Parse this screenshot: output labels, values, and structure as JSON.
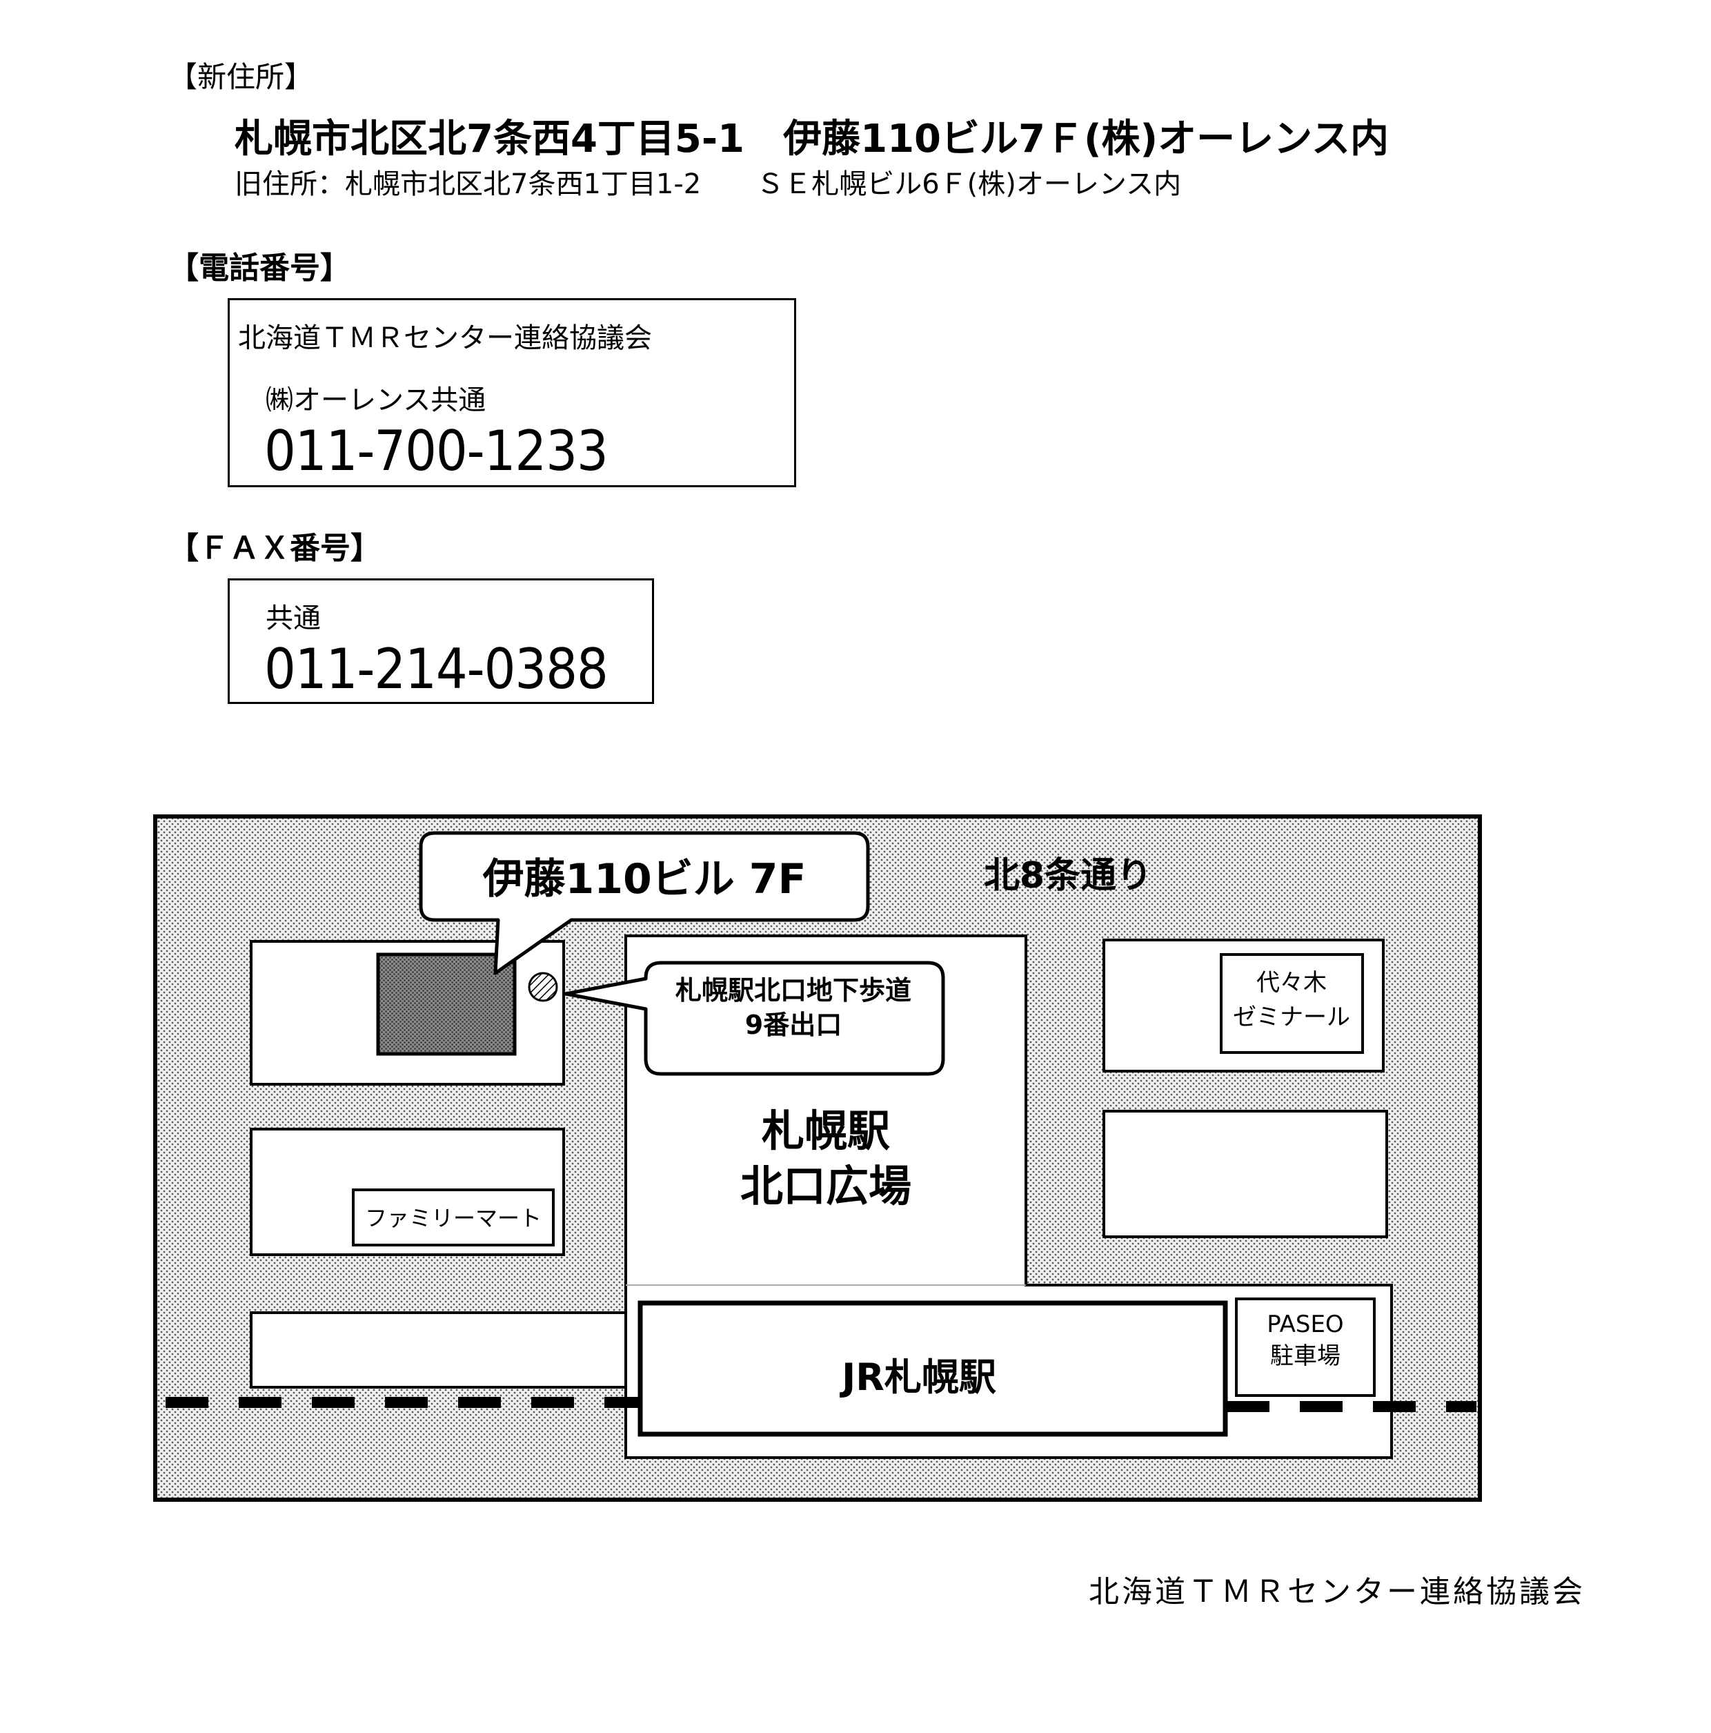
{
  "header": {
    "new_address_heading": "【新住所】",
    "new_address": "札幌市北区北7条西4丁目5-1　伊藤110ビル7Ｆ(株)オーレンス内",
    "old_address": "旧住所：札幌市北区北7条西1丁目1-2　　ＳＥ札幌ビル6Ｆ(株)オーレンス内"
  },
  "phone": {
    "heading": "【電話番号】",
    "org": "北海道ＴＭＲセンター連絡協議会",
    "company": "㈱オーレンス共通",
    "number": "011-700-1233"
  },
  "fax": {
    "heading": "【ＦＡＸ番号】",
    "label": "共通",
    "number": "011-214-0388"
  },
  "map": {
    "building_callout": "伊藤110ビル 7F",
    "street_label": "北8条通り",
    "exit_callout_line1": "札幌駅北口地下歩道",
    "exit_callout_line2": "9番出口",
    "plaza_line1": "札幌駅",
    "plaza_line2": "北口広場",
    "yoyogi_line1": "代々木",
    "yoyogi_line2": "ゼミナール",
    "familymart": "ファミリーマート",
    "paseo_line1": "PASEO",
    "paseo_line2": "駐車場",
    "station": "JR札幌駅",
    "colors": {
      "ground": "#f1f1f1",
      "dots": "#5a5a5a",
      "building": "#7a7a7a"
    }
  },
  "footer": "北海道ＴＭＲセンター連絡協議会"
}
